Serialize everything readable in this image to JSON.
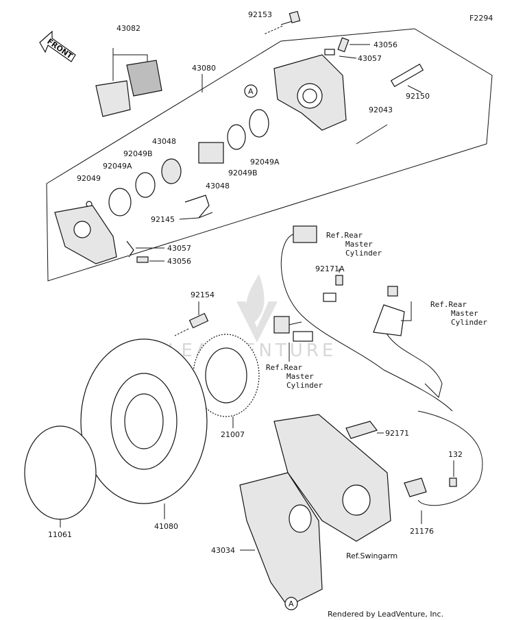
{
  "figure_code": "F2294",
  "front_label": "FRONT",
  "watermark": "LEADVENTURE",
  "credit": "Rendered by LeadVenture, Inc.",
  "callout_a": "A",
  "part_numbers": {
    "p92153": "92153",
    "p43082": "43082",
    "p43080": "43080",
    "p43056a": "43056",
    "p43057a": "43057",
    "p92150": "92150",
    "p92043": "92043",
    "p43048a": "43048",
    "p92049b_a": "92049B",
    "p92049a_a": "92049A",
    "p92049": "92049",
    "p43048b": "43048",
    "p92049b_b": "92049B",
    "p92049a_b": "92049A",
    "p92145": "92145",
    "p43057b": "43057",
    "p43056b": "43056",
    "p92154": "92154",
    "p92171a": "92171A",
    "p21007": "21007",
    "p92171": "92171",
    "p132": "132",
    "p11061": "11061",
    "p41080": "41080",
    "p21176": "21176",
    "p43034": "43034"
  },
  "references": {
    "ref1": [
      "Ref.Rear",
      "Master",
      "Cylinder"
    ],
    "ref2": [
      "Ref.Rear",
      "Master",
      "Cylinder"
    ],
    "ref3": [
      "Ref.Rear",
      "Master",
      "Cylinder"
    ],
    "swingarm": "Ref.Swingarm"
  }
}
